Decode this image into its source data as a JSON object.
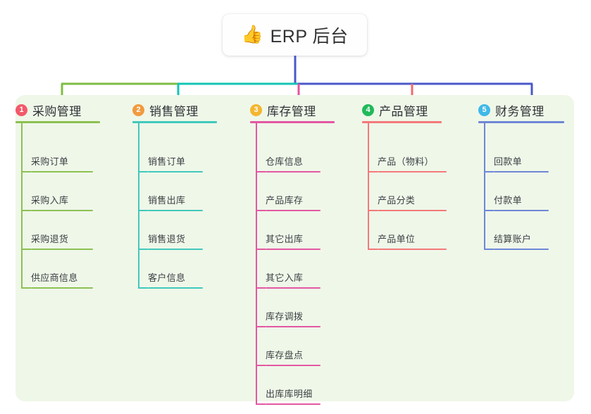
{
  "root": {
    "emoji": "👍",
    "emoji_name": "thumbs-up-icon",
    "title": "ERP 后台"
  },
  "colors": {
    "panel_bg": "#eff7e9",
    "page_bg": "#ffffff",
    "text": "#2f3235",
    "connector_green": "#7dbe43",
    "connector_teal": "#14c4b4",
    "connector_blue": "#4a59c8",
    "connector_pink": "#e8529b",
    "connector_red": "#f4696b",
    "root_stem": "#4a59c8"
  },
  "columns": [
    {
      "index": "1",
      "title": "采购管理",
      "badge_color": "#f2596a",
      "line_color": "#8cc152",
      "items": [
        "采购订单",
        "采购入库",
        "采购退货",
        "供应商信息"
      ]
    },
    {
      "index": "2",
      "title": "销售管理",
      "badge_color": "#f29a3e",
      "line_color": "#41c9bc",
      "items": [
        "销售订单",
        "销售出库",
        "销售退货",
        "客户信息"
      ]
    },
    {
      "index": "3",
      "title": "库存管理",
      "badge_color": "#f4b630",
      "line_color": "#e358a2",
      "items": [
        "仓库信息",
        "产品库存",
        "其它出库",
        "其它入库",
        "库存调拨",
        "库存盘点",
        "出库库明细"
      ]
    },
    {
      "index": "4",
      "title": "产品管理",
      "badge_color": "#21b95a",
      "line_color": "#f4797a",
      "items": [
        "产品（物料）",
        "产品分类",
        "产品单位"
      ]
    },
    {
      "index": "5",
      "title": "财务管理",
      "badge_color": "#3fb9e8",
      "line_color": "#6e87d6",
      "items": [
        "回款单",
        "付款单",
        "结算账户"
      ]
    }
  ]
}
